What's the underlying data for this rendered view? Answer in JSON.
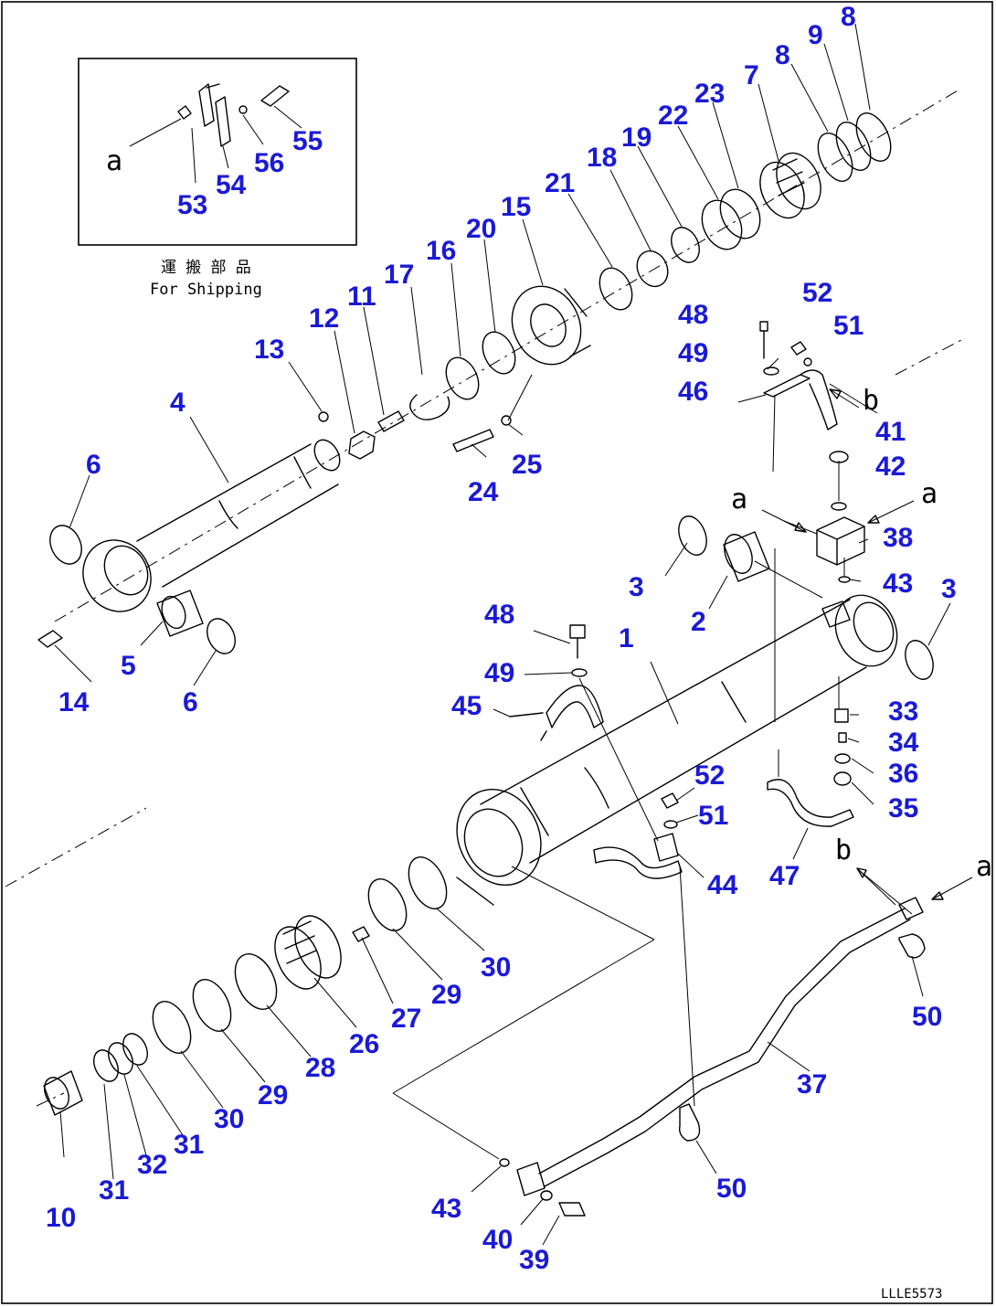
{
  "inset": {
    "caption_jp": "運 搬 部 品",
    "caption_en": "For Shipping",
    "view_letter": "a",
    "callouts": [
      "53",
      "54",
      "56",
      "55"
    ]
  },
  "view_letters": {
    "a": "a",
    "b": "b"
  },
  "callouts": {
    "c1": "1",
    "c2": "2",
    "c3a": "3",
    "c3b": "3",
    "c4": "4",
    "c5": "5",
    "c6a": "6",
    "c6b": "6",
    "c7": "7",
    "c8a": "8",
    "c8b": "8",
    "c9": "9",
    "c10": "10",
    "c11": "11",
    "c12": "12",
    "c13": "13",
    "c14": "14",
    "c15": "15",
    "c16": "16",
    "c17": "17",
    "c18": "18",
    "c19": "19",
    "c20": "20",
    "c21": "21",
    "c22": "22",
    "c23": "23",
    "c24": "24",
    "c25": "25",
    "c26": "26",
    "c27": "27",
    "c28": "28",
    "c29a": "29",
    "c29b": "29",
    "c30a": "30",
    "c30b": "30",
    "c31a": "31",
    "c31b": "31",
    "c32": "32",
    "c33": "33",
    "c34": "34",
    "c35": "35",
    "c36": "36",
    "c37": "37",
    "c38": "38",
    "c39": "39",
    "c40": "40",
    "c41": "41",
    "c42": "42",
    "c43a": "43",
    "c43b": "43",
    "c44": "44",
    "c45": "45",
    "c46": "46",
    "c47": "47",
    "c48a": "48",
    "c48b": "48",
    "c49a": "49",
    "c49b": "49",
    "c50a": "50",
    "c50b": "50",
    "c51a": "51",
    "c51b": "51",
    "c52a": "52",
    "c52b": "52"
  },
  "drawing_number": "LLLE5573"
}
